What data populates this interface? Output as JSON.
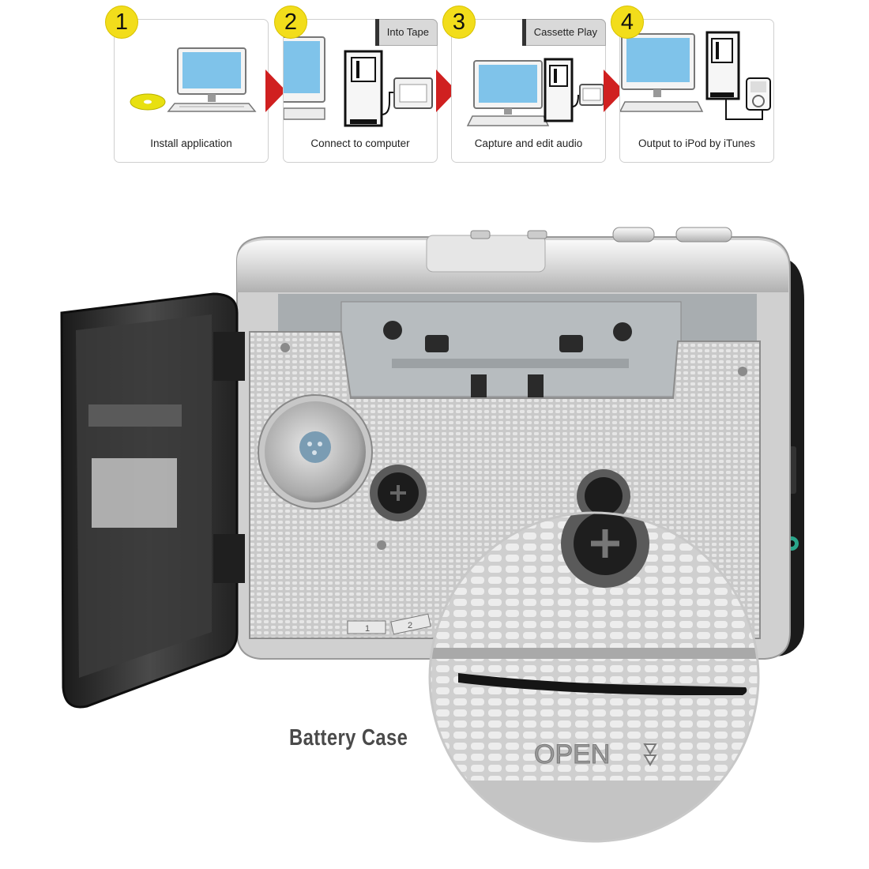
{
  "steps": [
    {
      "number": "1",
      "caption": "Install application",
      "tag": ""
    },
    {
      "number": "2",
      "caption": "Connect to computer",
      "tag": "Into Tape"
    },
    {
      "number": "3",
      "caption": "Capture and edit audio",
      "tag": "Cassette Play"
    },
    {
      "number": "4",
      "caption": "Output to iPod by iTunes",
      "tag": ""
    }
  ],
  "photo": {
    "callout_label": "Battery Case",
    "compartment_text": "OPEN",
    "slot_marks": [
      "1",
      "2"
    ]
  },
  "colors": {
    "step_badge": "#f2dd1b",
    "arrow": "#d02020",
    "screen": "#7fc3ea",
    "callout_text": "#4a4a4a"
  }
}
